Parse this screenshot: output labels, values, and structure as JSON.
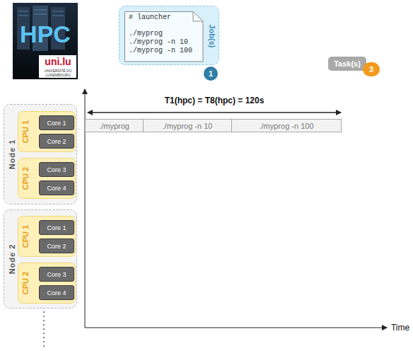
{
  "diagram": {
    "nodes": [
      {
        "text": [
          "HPC",
          "uni.lu",
          "UNIVERSITÉ DU LUXEMBOURG"
        ]
      },
      {
        "text": [
          "Job(s)"
        ]
      },
      {
        "text": [
          "# launcher",
          "./myprog",
          "./myprog -n 10",
          "./myprog -n 100"
        ],
        "in": 1
      },
      {
        "text": [
          "1"
        ]
      },
      {
        "text": [
          "Task(s)"
        ]
      },
      {
        "text": [
          "3"
        ]
      },
      {
        "text": [
          "./myprog"
        ]
      },
      {
        "text": [
          "./myprog -n 10"
        ]
      },
      {
        "text": [
          "./myprog -n 100"
        ]
      },
      {
        "text": [
          "Node 1"
        ]
      },
      {
        "text": [
          "CPU 1"
        ],
        "in": 9
      },
      {
        "text": [
          "Core 1"
        ],
        "in": 10
      },
      {
        "text": [
          "Core 2"
        ],
        "in": 10
      },
      {
        "text": [
          "CPU 2"
        ],
        "in": 9
      },
      {
        "text": [
          "Core 3"
        ],
        "in": 13
      },
      {
        "text": [
          "Core 4"
        ],
        "in": 13
      },
      {
        "text": [
          "Node 2"
        ]
      },
      {
        "text": [
          "CPU 1"
        ],
        "in": 16
      },
      {
        "text": [
          "Core 1"
        ],
        "in": 17
      },
      {
        "text": [
          "Core 2"
        ],
        "in": 17
      },
      {
        "text": [
          "CPU 2"
        ],
        "in": 16
      },
      {
        "text": [
          "Core 3"
        ],
        "in": 20
      },
      {
        "text": [
          "Core 4"
        ],
        "in": 20
      }
    ],
    "labels": [
      "T1(hpc) = T8(hpc) = 120s",
      "Time"
    ]
  }
}
